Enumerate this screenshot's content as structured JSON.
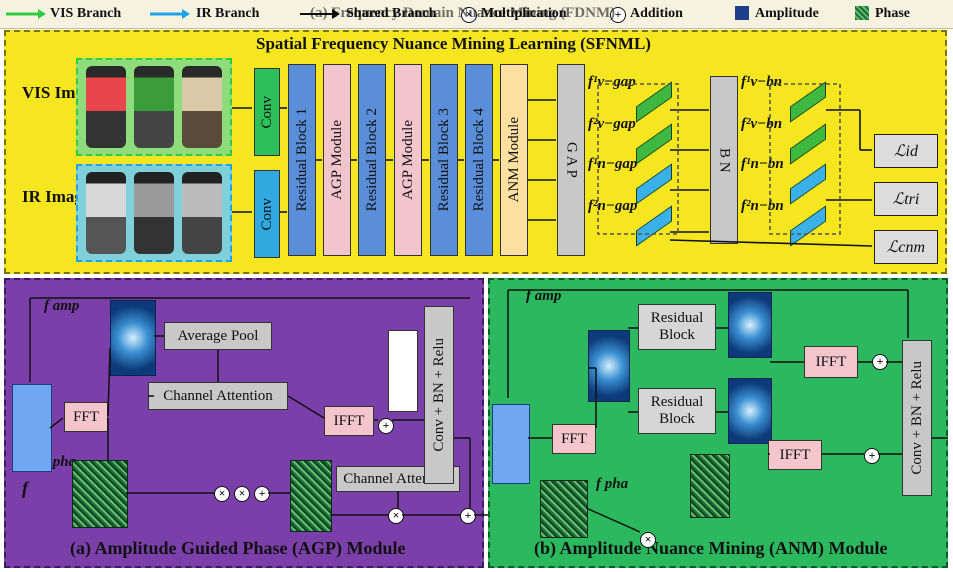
{
  "legend": {
    "vis_branch": "VIS Branch",
    "ir_branch": "IR Branch",
    "shared_branch": "Shared Branch",
    "multiplication": "Multiplication",
    "addition": "Addition",
    "amplitude": "Amplitude",
    "phase": "Phase",
    "overlay_title": "(a) Frequency Domain Nuance Mining (FDNM)"
  },
  "sfnml": {
    "title": "Spatial Frequency Nuance Mining Learning (SFNML)",
    "vis_label": "VIS Images",
    "ir_label": "IR Images",
    "conv": "Conv",
    "res1": "Residual Block 1",
    "agp1": "AGP Module",
    "res2": "Residual Block 2",
    "agp2": "AGP Module",
    "res3": "Residual Block 3",
    "res4": "Residual Block 4",
    "anm": "ANM Module",
    "gap": "G A P",
    "bn": "B N",
    "f_v_gap_1": "f¹v−gap",
    "f_v_gap_2": "f²v−gap",
    "f_n_gap_1": "f¹n−gap",
    "f_n_gap_2": "f²n−gap",
    "f_v_bn_1": "f¹v−bn",
    "f_v_bn_2": "f²v−bn",
    "f_n_bn_1": "f¹n−bn",
    "f_n_bn_2": "f²n−bn",
    "loss_id": "ℒid",
    "loss_tri": "ℒtri",
    "loss_cnm": "ℒcnm"
  },
  "agp": {
    "title": "(a) Amplitude Guided Phase (AGP) Module",
    "f_amp": "f amp",
    "f_pha": "f pha",
    "f": "f",
    "fft": "FFT",
    "ifft": "IFFT",
    "average_pool": "Average Pool",
    "channel_attention": "Channel Attention",
    "channel_attention_2": "Channel Attention",
    "conv_bn_relu": "Conv + BN + Relu"
  },
  "anm": {
    "title": "(b) Amplitude Nuance Mining (ANM) Module",
    "f_amp": "f amp",
    "f_pha": "f pha",
    "fft": "FFT",
    "residual_block_1": "Residual Block",
    "residual_block_2": "Residual Block",
    "ifft_1": "IFFT",
    "ifft_2": "IFFT",
    "conv_bn_relu": "Conv + BN + Relu"
  },
  "colors": {
    "vis_branch": "#2ecc40",
    "ir_branch": "#1fa3e8",
    "sfnml_bg": "#f5e61f",
    "agp_bg": "#7a3fa8",
    "anm_bg": "#2cb85f",
    "conv_green": "#2fbf5a",
    "conv_blue": "#31a8e0",
    "residual": "#5b8ed8",
    "agp_module": "#f2c4cc",
    "anm_module": "#fbe0a0",
    "gap": "#c8c8c8",
    "fft": "#f4c6cc"
  }
}
